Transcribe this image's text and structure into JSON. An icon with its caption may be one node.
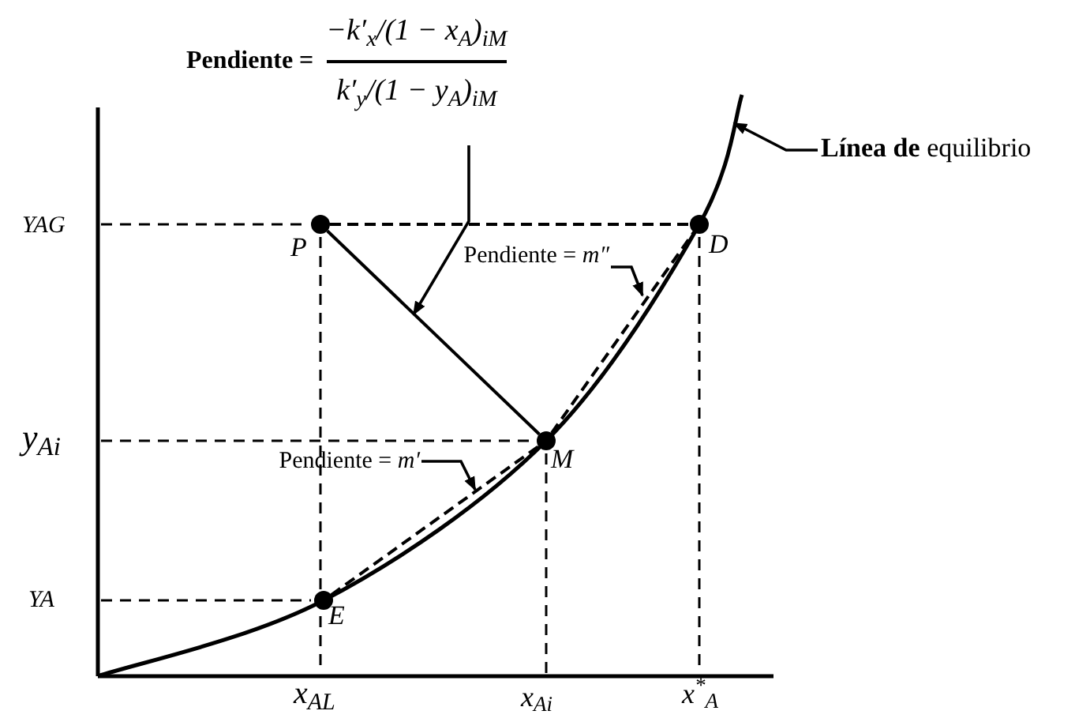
{
  "diagram": {
    "nodes": [
      {
        "text": [
          "Pendiente =",
          "−k′$_{x}$/(1 − x$_{A}$)$_{iM}$",
          "k′$_{y}$/(1 − y$_{A}$)$_{iM}$"
        ]
      },
      {
        "text": [
          "**Línea de** equilibrio"
        ]
      },
      {
        "text": [
          "Pendiente = *m″*"
        ]
      },
      {
        "text": [
          "Pendiente = *m′*"
        ]
      },
      {
        "text": [],
        "shape": "circle",
        "beside": [
          "P"
        ]
      },
      {
        "text": [],
        "shape": "circle",
        "beside": [
          "D"
        ]
      },
      {
        "text": [],
        "shape": "circle",
        "beside": [
          "M"
        ]
      },
      {
        "text": [],
        "shape": "circle",
        "beside": [
          "E"
        ]
      }
    ],
    "edges": [
      {
        "from": 4,
        "to": 6,
        "arrow": "none"
      },
      {
        "from": 7,
        "to": 6,
        "arrow": "none",
        "style": "dashed"
      },
      {
        "from": 6,
        "to": 5,
        "arrow": "none",
        "style": "dashed"
      },
      {
        "from": 0,
        "to": null,
        "arrow": "to"
      },
      {
        "from": 1,
        "to": null,
        "arrow": "to"
      },
      {
        "from": 2,
        "to": null,
        "arrow": "to"
      },
      {
        "from": 3,
        "to": null,
        "arrow": "to"
      },
      {
        "from": 4,
        "to": 5,
        "arrow": "none",
        "style": "dashed"
      }
    ],
    "labels": [
      "YAG",
      "y$_{Ai}$",
      "YA",
      "x$_{AL}$",
      "x$_{Ai}$",
      "x$^{*}$$_{A}$"
    ]
  }
}
